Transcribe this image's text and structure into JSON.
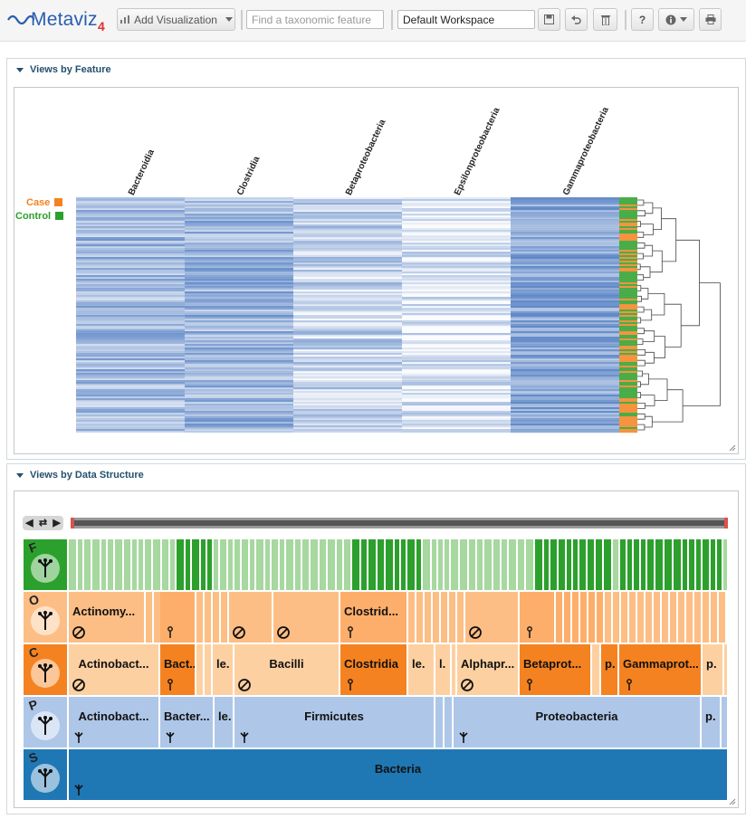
{
  "app": {
    "name": "Metaviz",
    "version": "4"
  },
  "toolbar": {
    "add_visualization": "Add Visualization",
    "search_placeholder": "Find a taxonomic feature",
    "workspace_name": "Default Workspace"
  },
  "panels": {
    "feature": {
      "title": "Views by Feature"
    },
    "structure": {
      "title": "Views by Data Structure"
    }
  },
  "heatmap": {
    "columns": [
      "Bacteroidia",
      "Clostridia",
      "Betaproteobacteria",
      "Epsilonproteobacteria",
      "Gammaproteobacteria"
    ],
    "legend": [
      {
        "label": "Case",
        "color": "#f58220"
      },
      {
        "label": "Control",
        "color": "#2ca02c"
      }
    ],
    "cell_color": "#4a78c0"
  },
  "icicle": {
    "levels": [
      "F",
      "O",
      "C",
      "P",
      "S"
    ],
    "level_colors": {
      "F": "#2ca02c",
      "O": "#fdbe85",
      "C": "#f58220",
      "P": "#aec7e8",
      "S": "#1f77b4"
    },
    "order_row": [
      {
        "label": "Actinomy..."
      },
      {
        "label": "Clostrid..."
      }
    ],
    "class_row": [
      {
        "label": "Actinobact..."
      },
      {
        "label": "Bact..."
      },
      {
        "label": "le."
      },
      {
        "label": "Bacilli"
      },
      {
        "label": "Clostridia"
      },
      {
        "label": "le."
      },
      {
        "label": "l."
      },
      {
        "label": "Alphapr..."
      },
      {
        "label": "Betaprot..."
      },
      {
        "label": "p."
      },
      {
        "label": "Gammaprot..."
      },
      {
        "label": "p."
      }
    ],
    "phylum_row": [
      {
        "label": "Actinobact..."
      },
      {
        "label": "Bacter..."
      },
      {
        "label": "le."
      },
      {
        "label": "Firmicutes"
      },
      {
        "label": "Proteobacteria"
      },
      {
        "label": "p."
      }
    ],
    "superkingdom_row": [
      {
        "label": "Bacteria"
      }
    ]
  }
}
